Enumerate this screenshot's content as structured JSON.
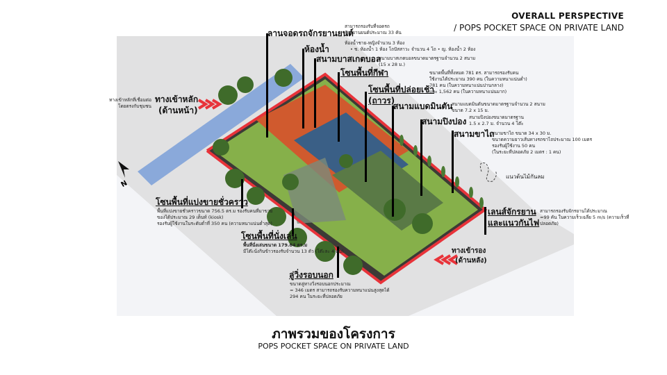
{
  "header": {
    "title": "OVERALL PERSPECTIVE",
    "subtitle": "/  POPS POCKET SPACE ON PRIVATE LAND"
  },
  "footer": {
    "title": "ภาพรวมของโครงการ",
    "subtitle": "POPS POCKET SPACE ON PRIVATE LAND"
  },
  "labels": {
    "parking": {
      "title": "ลานจอดรถจักรยานยนต์",
      "desc": [
        "สามารถรองรับที่จอดรถ",
        "จักรยานยนต์ประมาณ 33 คัน"
      ]
    },
    "toilet": {
      "title": "ห้องน้ำ",
      "desc": [
        "ห้องน้ำชาย-หญิงจำนวน 3 ห้อง",
        "•  ช. ห้องน้ำ 1 ห้อง โถปัสสาวะ จำนวน 4 โถ      •  ญ. ห้องน้ำ 2 ห้อง"
      ]
    },
    "basketball": {
      "title": "สนามบาสเกตบอล",
      "desc": [
        "สนามบาสเกตบอลขนาดมาตรฐานจำนวน 2 สนาม",
        "(15 x 28 ม.)"
      ]
    },
    "sport_zone": {
      "title": "โซนพื้นที่กีฬา",
      "desc": [
        "ขนาดพื้นที่ทั้งหมด 781 ตร. สามารถรองรับคน",
        "ใช้งานได้ประมาณ 390 คน (ในความหนาแน่นต่ำ)",
        "781 คน (ในความหนาแน่นปานกลาง)",
        "และ 1,562 คน (ในความหนาแน่นมาก)"
      ]
    },
    "open_zone": {
      "title": "โซนพื้นที่ปล่อยเช้า",
      "title2": "(ถาวร)"
    },
    "badminton": {
      "title": "สนามแบดมินตัน",
      "desc": [
        "สนามแบดมินตันขนาดมาตรฐานจำนวน 2 สนาม",
        "ขนาด 7.2 x 15 ม."
      ]
    },
    "pingpong": {
      "title": "สนามปิงปอง",
      "desc": [
        "สนามปิงปองขนาดมาตรฐาน",
        "1.5 x 2.7 ม. จำนวน 4 โต๊ะ"
      ]
    },
    "bike_track": {
      "title": "สนามขาไถ",
      "desc": [
        "สนามขาไถ ขนาด 34 x 30 ม.",
        "ขนาดความยาวเส้นทางรถขาไถประมาณ 100 เมตร",
        "รองรับผู้ใช้งาน 50 คน",
        "(ในระยะที่ปลอดภัย 2 เมตร : 1 คน)"
      ]
    },
    "windbreak": {
      "title": "แนวต้นไม้กันลม"
    },
    "bike_lane": {
      "title": "เลนส์จักรยาน",
      "title2": "และแนวกันไฟ",
      "desc": [
        "สามารถรองรับจักรยานได้ประมาณ",
        "≈99 คัน ในความเร็วเฉลี่ย 5 m/s (ความเร็วที่",
        "ปลอดภัย)"
      ]
    },
    "main_entrance": {
      "title": "ทางเข้าหลัก",
      "title2": "(ด้านหน้า)",
      "desc": [
        "ทางเข้าหลักที่เชื่อมต่อ",
        "โดยตรงกับชุมชน"
      ]
    },
    "rear_entrance": {
      "title": "ทางเข้ารอง",
      "title2": "(ด้านหลัง)"
    },
    "market_zone": {
      "title": "โซนพื้นที่แบ่งขายชั่วคราว",
      "desc": [
        "พื้นที่แบ่งขายชั่วคราวขนาด 756.5 ตร.ม รองรับคนที่มาขาย",
        "ของได้ประมาณ 29 เต็นท์ (kiosk)",
        "รองรับผู้ใช้งานในระดับต่ำที่ 350 คน (ความหนาแน่นต่ำสุด)"
      ]
    },
    "seating_zone": {
      "title": "โซนพื้นที่นั่งเล่น",
      "desc": [
        "พื้นที่นั่งเล่นขนาด 179.84 ตร.ม",
        "มีโต๊ะนั่งกินข้าวรองรับจำนวน 13 ตัว (โต๊ะละ 4 คน)"
      ]
    },
    "running_track": {
      "title": "ลู่วิ่งรอบนอก",
      "desc": [
        "ขนาดลู่ทางวิ่งรอบนอกประมาณ",
        "= 346 เมตร สามารถรองรับความหนาแน่นสูงสุดได้",
        "294 คน ในระยะที่ปลอดภัย"
      ]
    }
  },
  "colors": {
    "accent_red": "#e8333a",
    "road_blue": "#6f9ad6",
    "grass": "#7fae3e",
    "tree": "#3f6b2a"
  },
  "icons": {
    "north_arrow": "north-arrow-icon",
    "wind": "wind-icon",
    "chevrons": "chevron-arrows-icon"
  }
}
